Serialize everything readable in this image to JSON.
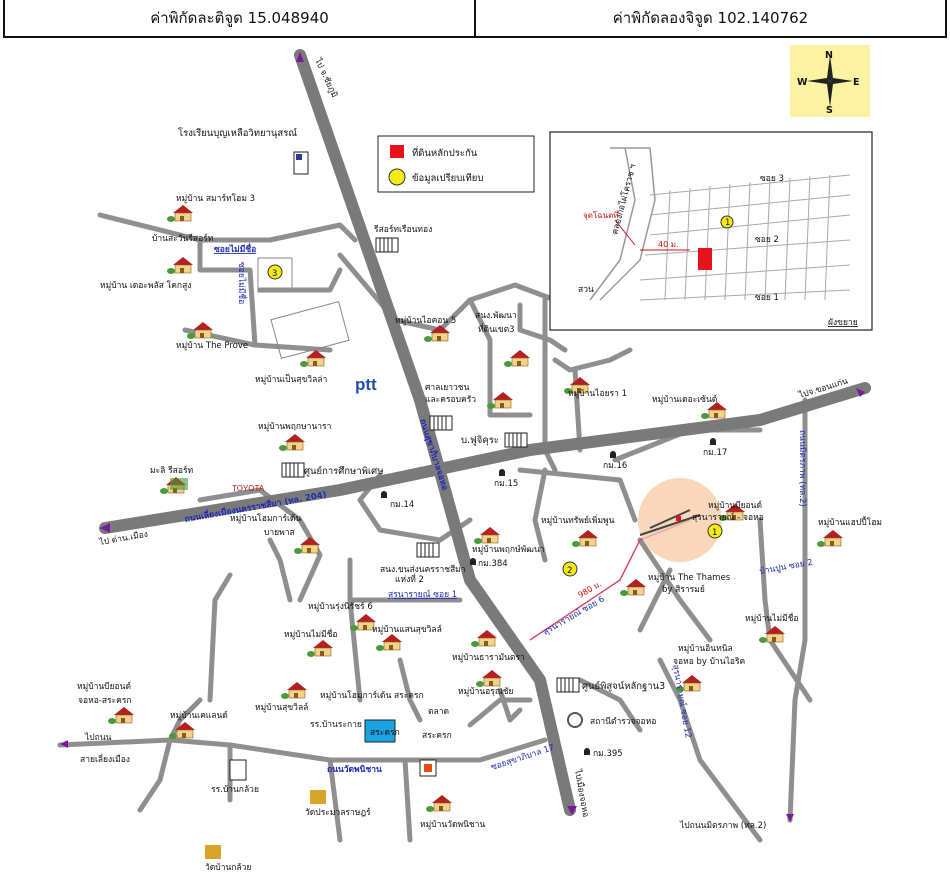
{
  "header": {
    "latitude_label": "ค่าพิกัดละติจูด 15.048940",
    "longitude_label": "ค่าพิกัดลองจิจูด 102.140762"
  },
  "compass": {
    "n": "N",
    "s": "S",
    "e": "E",
    "w": "W"
  },
  "legend": {
    "collateral": "ที่ดินหลักประกัน",
    "comparable": "ข้อมูลเปรียบเทียบ",
    "collateral_color": "#e8121b",
    "comparable_color": "#f5ea14"
  },
  "inset": {
    "soi3": "ซอย 3",
    "soi2": "ซอย 2",
    "soi1": "ซอย 1",
    "canal": "คลองกอไผ่โคราช ฯ",
    "point": "จุดโฉนดที่",
    "distance": "40 ม.",
    "suan": "สวน",
    "caption": "ผังขยาย"
  },
  "labels": {
    "to_chaiyaphum": "ไป จ.ชัยภูมิ",
    "school": "โรงเรียนบุญเหลือวิทยานุสรณ์",
    "smart_home": "หมู่บ้าน สมาร์ทโฮม 3",
    "sawan_resort": "บ้านสะวันรีสอร์ท",
    "soi_no_name": "ซอยไม่มีชื่อ",
    "soi_vertical": "ซอยไม่มีชื่อ",
    "the_palace": "หมู่บ้าน เดอะพลัส โคกสูง",
    "the_prove": "หมู่บ้าน The Prove",
    "pensuk_villa": "หมู่บ้านเป็นสุขวิลล่า",
    "resort_ruanthong": "รีสอร์ทเรือนทอง",
    "icon5": "หมู่บ้านไอคอน 5",
    "sonphat": "สนง.พัฒนา",
    "land_dept": "ที่ดินเขต3",
    "irin1": "หมู่บ้านไอยรา 1",
    "the_sense": "หมู่บ้านเดอะเซ้นต์",
    "to_khonkaen": "ไปจ.ขอนแก่น",
    "ptt": "ptt",
    "shrine": "ศาลเยาวชน",
    "shrine2": "และครอบครัว",
    "fuji": "บ.ฟูจิคุระ",
    "friendship_road": "ถนนมิตรภาพ (ทล.2)",
    "km16": "กม.16",
    "km17": "กม.17",
    "km15": "กม.15",
    "km14": "กม.14",
    "km384": "กม.384",
    "km395": "กม.395",
    "pruksa_nara": "หมู่บ้านพฤกษานารา",
    "special_ed": "ศูนย์การศึกษาพิเศษ",
    "toyota": "TOYOTA",
    "mali_resort": "มะลิ รีสอร์ท",
    "bypass_road": "ถนนเลี่ยงเมืองนครราชสีมา (ทล. 204)",
    "to_dan_muang": "ไป ด่าน.เมือง",
    "home_garden": "หมู่บ้านโฮมการ์เด้น",
    "papai": "บายพาส",
    "beyond": "หมู่บ้านบียอนด์",
    "surarai": "สุรนารายณ์ - จอหอ",
    "happy_home": "หมู่บ้านแฮปปี้โฮม",
    "chokchai_road": "ถนนสุขาภิบาลจอหอ",
    "sapphire": "หมู่บ้านทรัพย์เพิ่มพูน",
    "pruksa_pat": "หมู่บ้านพฤกษ์พัฒนา",
    "nakhon_office": "สนง.ขนส่งนครราชสีมา",
    "nakhon_office2": "แห่งที่ 2",
    "suranarai_soi1": "สุรนารายณ์ ซอย 1",
    "the_thames": "หมู่บ้าน The Thames",
    "by_srirom": "by สิรารมย์",
    "ban_pong_soi2": "บ้านปูน ซอย 2",
    "dist_980": "980 ม.",
    "suranarai_soi6": "สุรนารายณ์ ซอย 6",
    "rungraj6": "หมู่บ้านรุ่งนิรัชร์ 6",
    "no_name_village": "หมู่บ้านไม่มีชื่อ",
    "saen_suk": "หมู่บ้านแสนสุขวิลล์",
    "tharamontra": "หมู่บ้านธารามันตรา",
    "no_name_right": "หมู่บ้านไม่มีชื่อ",
    "inthanil": "หมู่บ้านอินทนิล",
    "inthanil2": "จอหอ by บ้านไอริค",
    "beyond_left": "หมู่บ้านบียอนด์",
    "beyond_left2": "จอหอ-สระครก",
    "sukvilla": "หมู่บ้านสุขวิลล์",
    "homegarden_sakrok": "หมู่บ้านโฮมการ์เด้น สระครก",
    "worachai": "หมู่บ้านอรุณชัย",
    "museum": "ศูนย์พิสูจน์หลักฐาน3",
    "suranarai_soi12": "สุรนารายณ์ ซอย 12",
    "police": "สถานีตำรวจจอหอ",
    "khel_land": "หมู่บ้านเคแลนด์",
    "to_muang": "ไปถนน",
    "to_muang2": "สายเลี่ยงเมือง",
    "school_rakai": "รร.บ้านระกาย",
    "sakrok": "สระครก",
    "market": "ตลาด",
    "market2": "สระครก",
    "panicharn_road": "ถนนวัดพนิชาน",
    "chokchai_soi17": "ซอยสุขาภิบาล 17",
    "to_city": "ไปเมืองจอหอ",
    "school_kluai": "รร.บ้านกล้วย",
    "wat_prasat": "วัดประมวลราษฎร์",
    "wat_panichan": "หมู่บ้านวัดพนิชาน",
    "wat_kluai": "วัดบ้านกล้วย",
    "to_friendship": "ไปถนนมิตรภาพ (ทล.2)",
    "mark1": "1",
    "mark2": "2",
    "mark3": "3"
  }
}
